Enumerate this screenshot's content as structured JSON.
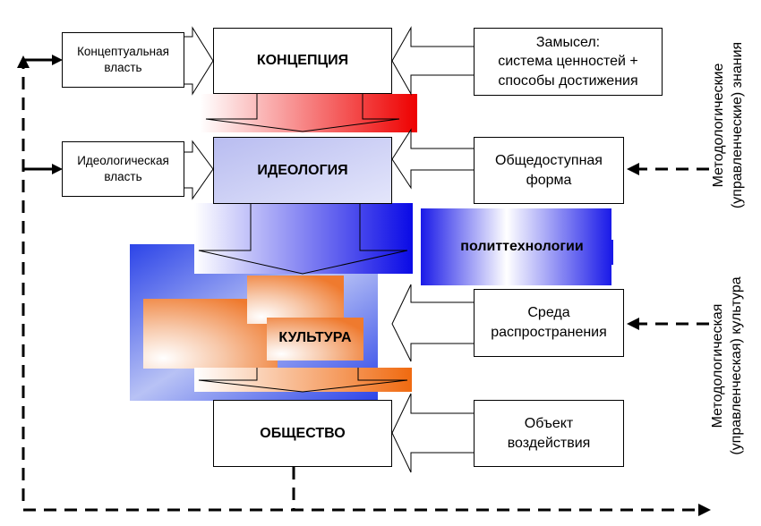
{
  "main_blocks": {
    "concept": "КОНЦЕПЦИЯ",
    "ideology": "ИДЕОЛОГИЯ",
    "culture": "КУЛЬТУРА",
    "society": "ОБЩЕСТВО"
  },
  "left_blocks": {
    "conceptual_power": "Концептуальная\nвласть",
    "ideological_power": "Идеологическая\nвласть"
  },
  "right_blocks": {
    "idea": "Замысел:\nсистема ценностей +\nспособы достижения",
    "public_form": "Общедоступная\nформа",
    "environment": "Среда\nраспространения",
    "target": "Объект\nвоздействия"
  },
  "political_tech": "политтехнологии",
  "vertical_labels": {
    "top": "Методологические\n(управленческие) знания",
    "bottom": "Методологическая\n(управленческая) культура"
  },
  "colors": {
    "red": "#ee0000",
    "blue": "#0000ee",
    "light_blue": "#c4c8f5",
    "orange": "#f07a20",
    "line": "#000000"
  }
}
